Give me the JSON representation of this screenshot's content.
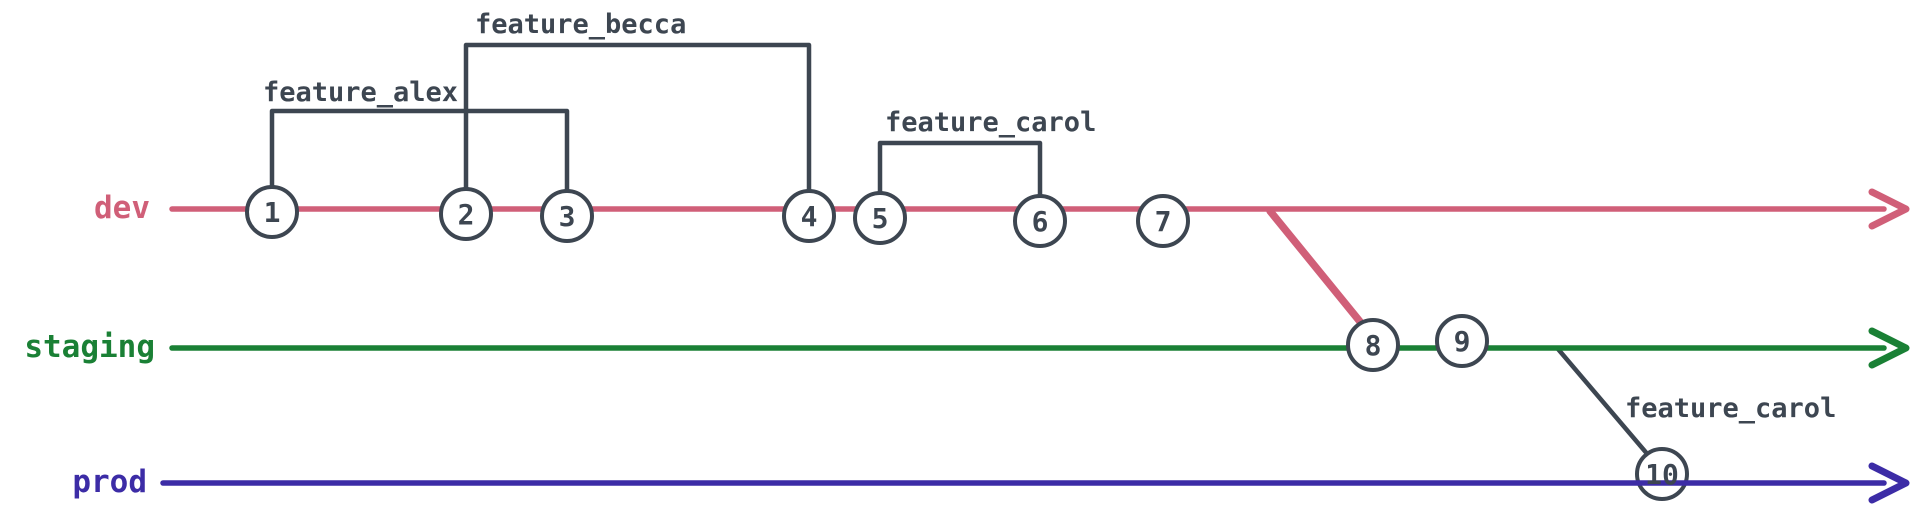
{
  "diagram": {
    "kind": "git-branch-graph",
    "background": "#ffffff"
  },
  "colors": {
    "background": "#ffffff",
    "dev": "#d05f78",
    "staging": "#1a8035",
    "prod": "#3c2ca6",
    "ink": "#3d4651",
    "node_fill": "#ffffff"
  },
  "branches": [
    {
      "name": "dev",
      "commits": [
        "1",
        "2",
        "3",
        "4",
        "5",
        "6",
        "7"
      ]
    },
    {
      "name": "staging",
      "commits": [
        "8",
        "9"
      ]
    },
    {
      "name": "prod",
      "commits": [
        "10"
      ]
    }
  ],
  "commits": [
    {
      "id": "1",
      "branch": "dev"
    },
    {
      "id": "2",
      "branch": "dev"
    },
    {
      "id": "3",
      "branch": "dev"
    },
    {
      "id": "4",
      "branch": "dev"
    },
    {
      "id": "5",
      "branch": "dev"
    },
    {
      "id": "6",
      "branch": "dev"
    },
    {
      "id": "7",
      "branch": "dev"
    },
    {
      "id": "8",
      "branch": "staging"
    },
    {
      "id": "9",
      "branch": "staging"
    },
    {
      "id": "10",
      "branch": "prod"
    }
  ],
  "features": [
    {
      "label": "feature_alex",
      "from_commit": "1",
      "to_commit": "3"
    },
    {
      "label": "feature_becca",
      "from_commit": "2",
      "to_commit": "4"
    },
    {
      "label": "feature_carol",
      "from_commit": "5",
      "to_commit": "6"
    }
  ],
  "merges": [
    {
      "from": "dev",
      "to": "staging",
      "at_commit": "8",
      "label": ""
    },
    {
      "from": "staging",
      "to": "prod",
      "at_commit": "10",
      "label": "feature_carol"
    }
  ]
}
